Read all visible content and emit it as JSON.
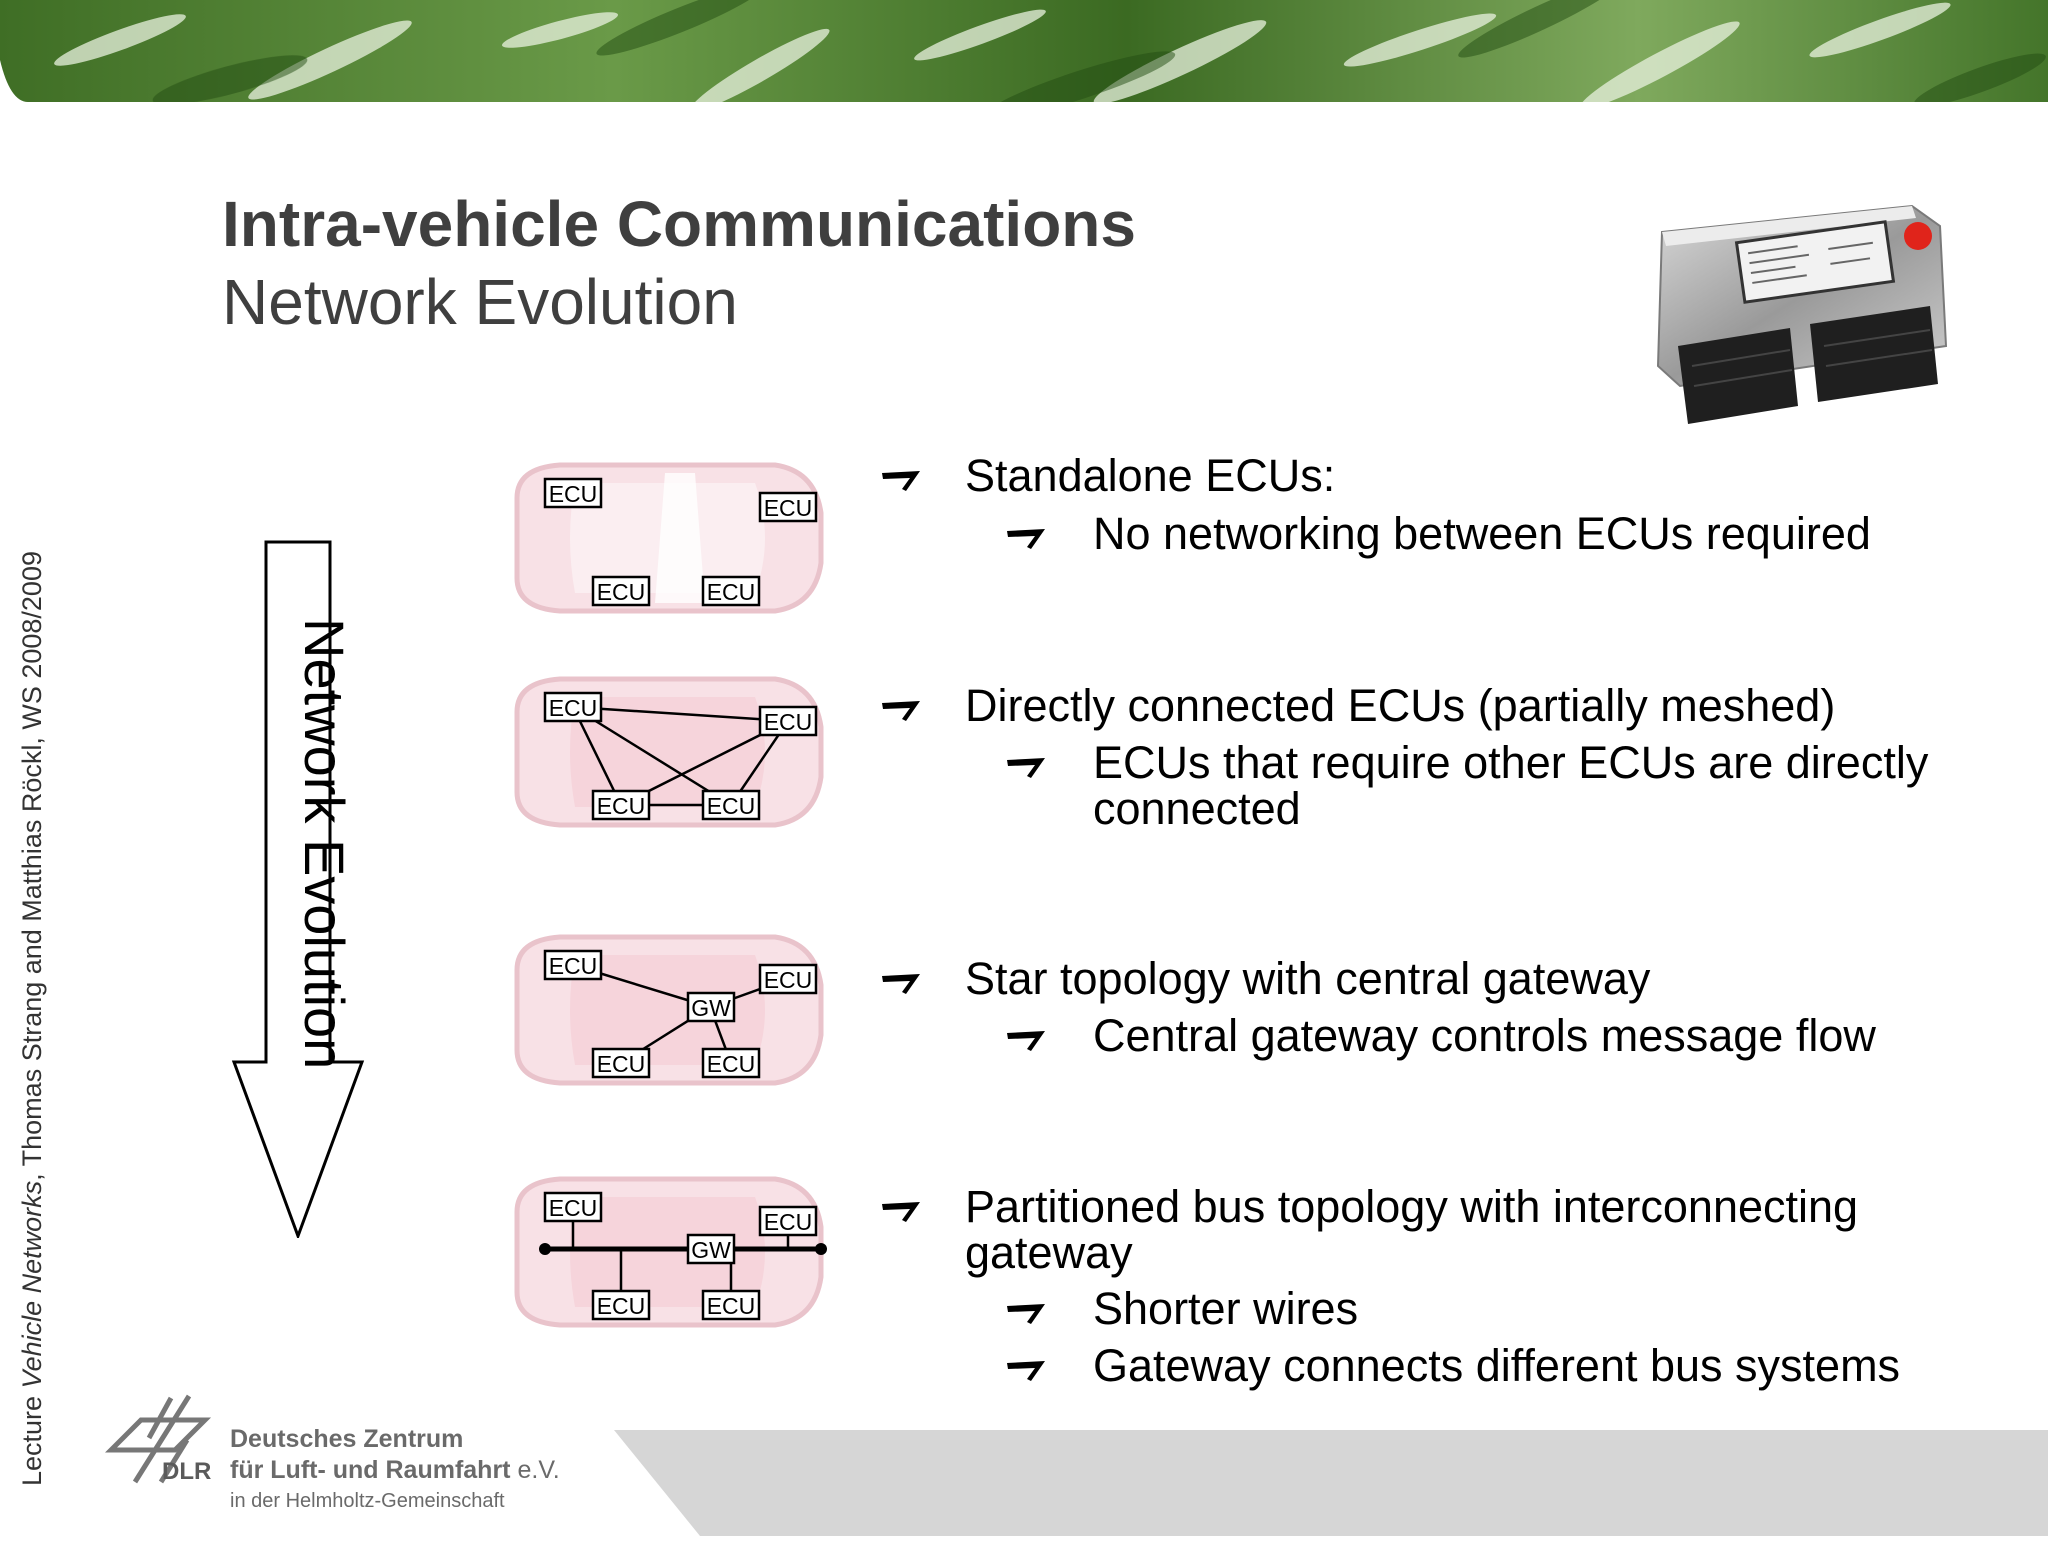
{
  "slide": {
    "title": "Intra-vehicle Communications",
    "subtitle": "Network Evolution"
  },
  "side_credit": {
    "prefix": "Lecture ",
    "course": "Vehicle Networks",
    "suffix": ", Thomas Strang and Matthias Röckl, WS 2008/2009"
  },
  "evolution_arrow": {
    "label": "Network Evolution"
  },
  "diagrams": [
    {
      "topology": "standalone",
      "nodes": [
        "ECU",
        "ECU",
        "ECU",
        "ECU"
      ]
    },
    {
      "topology": "partially-meshed",
      "nodes": [
        "ECU",
        "ECU",
        "ECU",
        "ECU"
      ]
    },
    {
      "topology": "star",
      "nodes": [
        "ECU",
        "ECU",
        "ECU",
        "ECU"
      ],
      "gateway": "GW"
    },
    {
      "topology": "bus",
      "nodes": [
        "ECU",
        "ECU",
        "ECU",
        "ECU"
      ],
      "gateway": "GW"
    }
  ],
  "bullets": [
    {
      "text": "Standalone ECUs:",
      "sub": [
        "No networking between ECUs required"
      ]
    },
    {
      "text": "Directly connected ECUs (partially meshed)",
      "sub": [
        "ECUs that require other ECUs are directly connected"
      ]
    },
    {
      "text": "Star topology with central gateway",
      "sub": [
        "Central gateway controls message flow"
      ]
    },
    {
      "text": "Partitioned bus topology with interconnecting gateway",
      "sub": [
        "Shorter wires",
        "Gateway connects different bus systems"
      ]
    }
  ],
  "footer": {
    "abbr": "DLR",
    "line1": "Deutsches Zentrum",
    "line2": "für Luft- und Raumfahrt",
    "line2_suffix": "e.V.",
    "line3": "in der Helmholtz-Gemeinschaft"
  },
  "colors": {
    "banner_green": "#4f7f2e",
    "title_gray": "#3f3f3f",
    "car_pink": "#f7dde2",
    "footer_band": "#d6d6d6"
  },
  "icons": [
    "bullet-arrow-icon",
    "dlr-logo-icon"
  ]
}
